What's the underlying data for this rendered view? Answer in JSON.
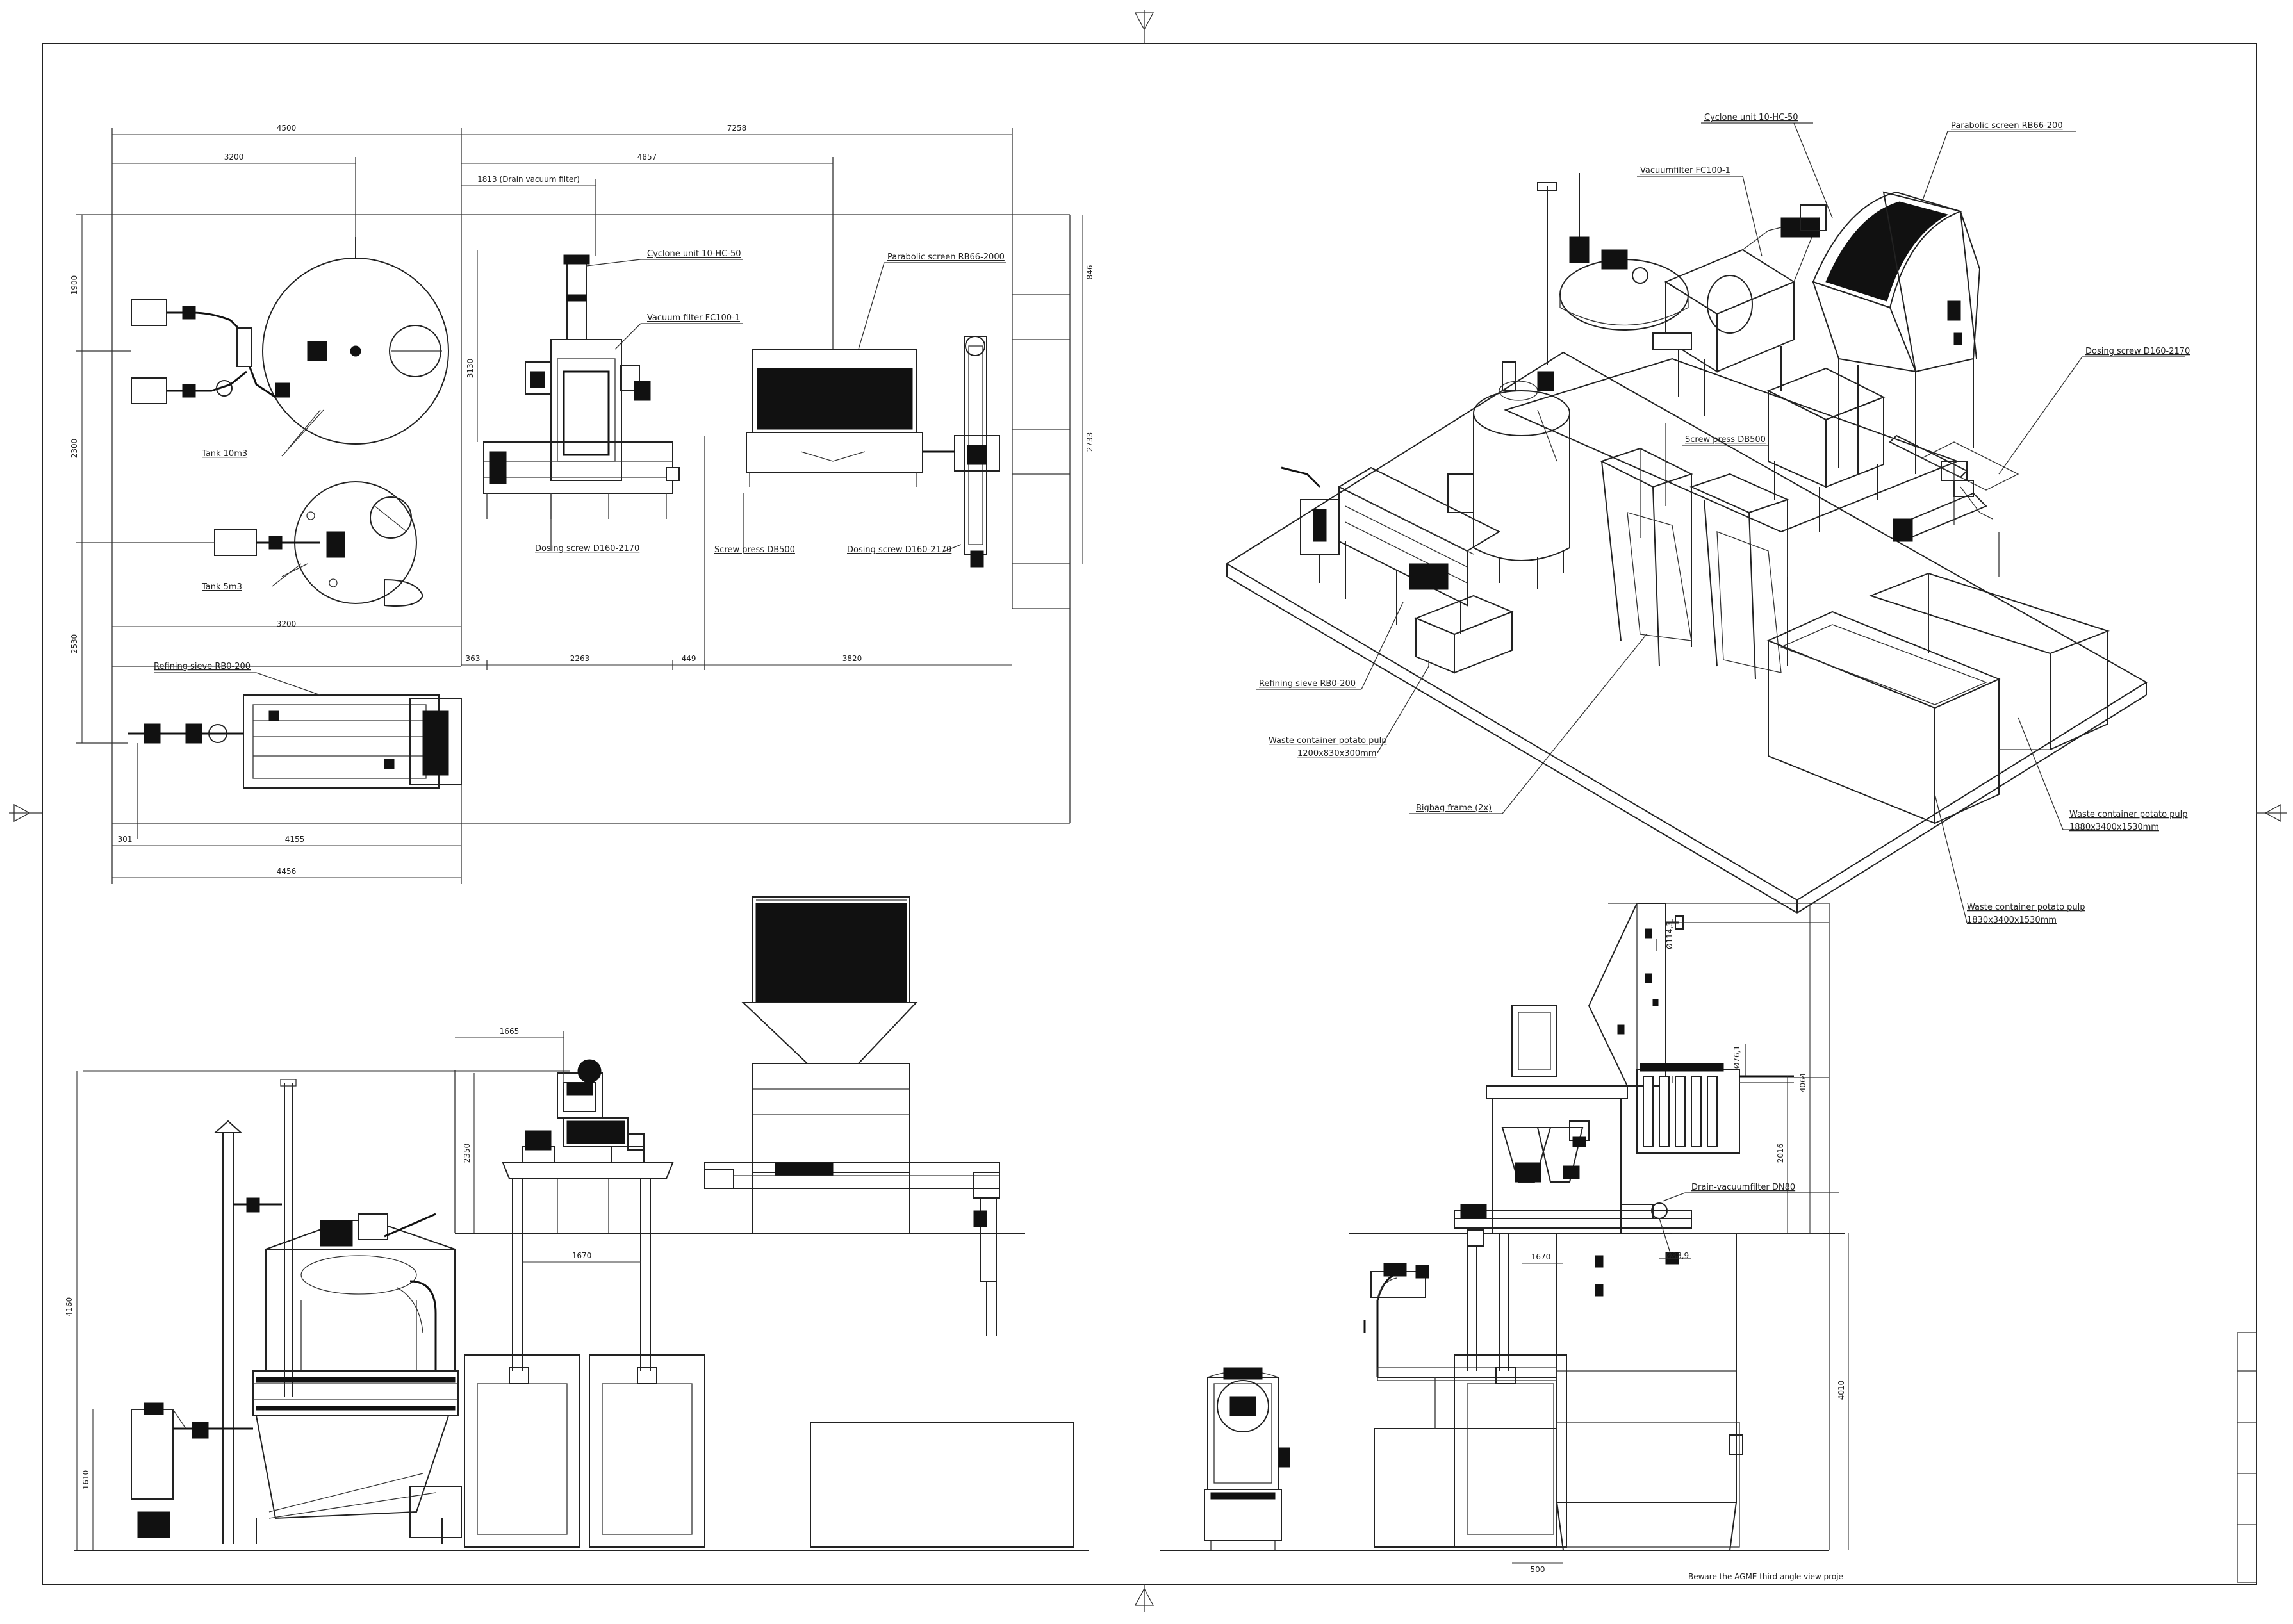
{
  "dimensions": {
    "plan": {
      "d4500": "4500",
      "d3200_top": "3200",
      "d7258": "7258",
      "d4857": "4857",
      "d1813": "1813 (Drain vacuum filter)",
      "d1900": "1900",
      "d2300": "2300",
      "d2530": "2530",
      "d3130": "3130",
      "d846": "846",
      "d2733": "2733",
      "d3200_mid": "3200",
      "d363": "363",
      "d2263": "2263",
      "d449": "449",
      "d3820": "3820",
      "d301": "301",
      "d4155": "4155",
      "d4456": "4456"
    },
    "front": {
      "d1665": "1665",
      "d2350": "2350",
      "d1670": "1670",
      "d4160": "4160",
      "d1610": "1610"
    },
    "side": {
      "d1670": "1670",
      "d4064": "4064",
      "d2016": "2016",
      "d4010": "4010",
      "d500": "500",
      "o_top": "Ø114,3",
      "o_mid": "Ø76,1",
      "o_bot": "Ø88,9"
    }
  },
  "labels": {
    "plan": {
      "cyclone": "Cyclone unit 10-HC-50",
      "vacuum_filter": "Vacuum filter FC100-1",
      "parabolic": "Parabolic screen RB66-2000",
      "tank10": "Tank 10m3",
      "tank5": "Tank 5m3",
      "dosing_left": "Dosing screw D160-2170",
      "screw_press": "Screw press DB500",
      "dosing_right": "Dosing screw D160-2170",
      "refining": "Refining sieve RB0-200"
    },
    "iso": {
      "cyclone": "Cyclone unit 10-HC-50",
      "parabolic": "Parabolic screen RB66-200",
      "vacuum_filter": "Vacuumfilter FC100-1",
      "dosing": "Dosing screw D160-2170",
      "screw_press": "Screw press DB500",
      "refining": "Refining sieve RB0-200",
      "waste_small_1": "Waste container potato pulp",
      "waste_small_2": "1200x830x300mm",
      "bigbag": "Bigbag frame (2x)",
      "waste_right_1": "Waste container potato pulp",
      "waste_right_2": "1880x3400x1530mm",
      "waste_front_1": "Waste container potato pulp",
      "waste_front_2": "1830x3400x1530mm"
    },
    "side": {
      "drain": "Drain-vacuumfilter DN80"
    },
    "footer": "Beware the AGME third angle view proje"
  }
}
